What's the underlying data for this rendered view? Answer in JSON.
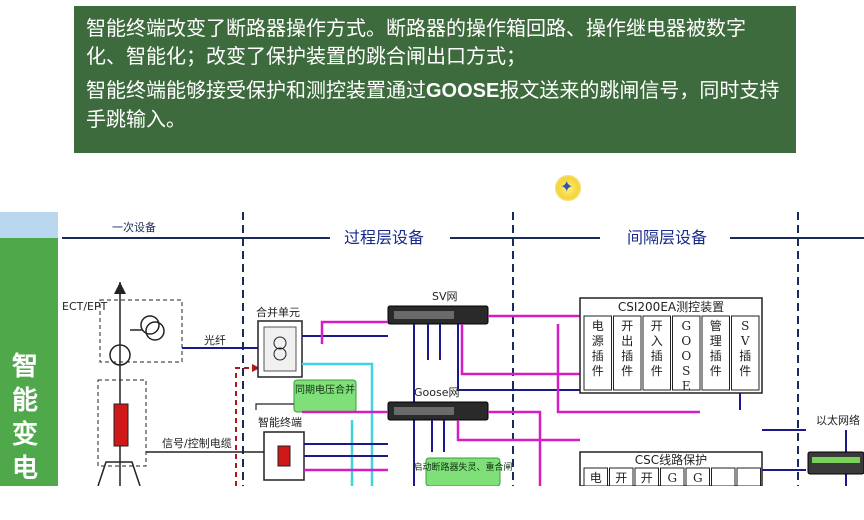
{
  "banner": {
    "line1": "智能终端改变了断路器操作方式。断路器的操作箱回路、操作继电器被数字化、智能化；改变了保护装置的跳合闸出口方式；",
    "line2_prefix": "智能终端能够接受保护和测控装置通过",
    "line2_bold": "GOOSE",
    "line2_suffix": "报文送来的跳闸信号，同时支持手跳输入。"
  },
  "sidebar": {
    "title": "智能变电站"
  },
  "diagram": {
    "primary_equipment": "一次设备",
    "process_layer": "过程层设备",
    "bay_layer": "间隔层设备",
    "ect_ept": "ECT/EPT",
    "fiber": "光纤",
    "merging_unit": "合并单元",
    "sv_net": "SV网",
    "goose_net": "Goose网",
    "sync_voltage": "同期电压合并",
    "smart_terminal": "智能终端",
    "signal_cable": "信号/控制电缆",
    "breaker_fail": "启动断路器失灵、重合闸",
    "ethernet": "以太网络",
    "csi_device": "CSI200EA测控装置",
    "csi_plugins": [
      "电源插件",
      "开出插件",
      "开入插件",
      "GOOSE",
      "管理插件",
      "SV插件"
    ],
    "csc_device": "CSC线路保护",
    "csc_plugins": [
      "电",
      "开",
      "开",
      "G",
      "G",
      "",
      ""
    ]
  },
  "colors": {
    "banner_bg": "#3d6b3d",
    "sidebar_bg": "#4fa84a",
    "sv_line": "#1a1a8c",
    "goose_line": "#d41ec4",
    "cyan_line": "#3fd4e0",
    "red_line": "#b01818",
    "label_bg": "#7fe07a"
  }
}
